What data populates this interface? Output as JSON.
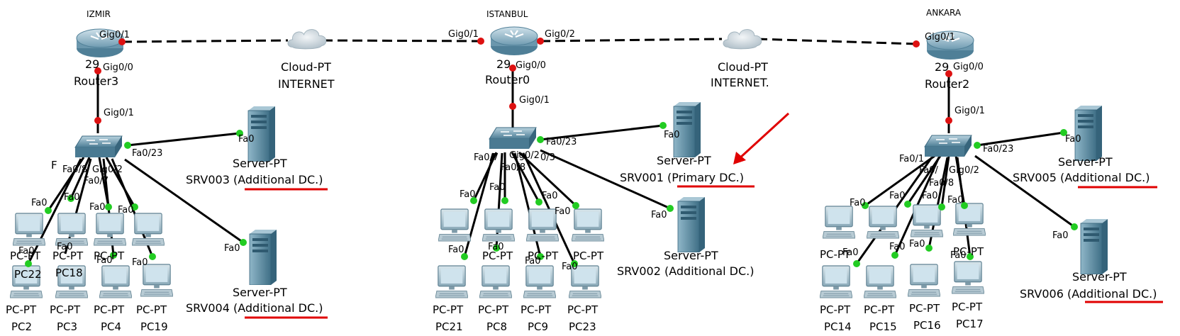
{
  "sites": {
    "izmir": {
      "title": "IZMIR",
      "router": {
        "model": "29",
        "name": "Router3",
        "port_wan": "Gig0/1",
        "port_lan": "Gig0/0"
      },
      "switch": {
        "port_up": "Gig0/1",
        "port_srv_a": "Fa0/23",
        "port_gig2": "Gig0/2",
        "port_a": "Fa0/8",
        "port_b": "Fa0/7",
        "cover": "F"
      },
      "servers": [
        {
          "type": "Server-PT",
          "name": "SRV003",
          "role": "(Additional DC.)",
          "port": "Fa0"
        },
        {
          "type": "Server-PT",
          "name": "SRV004",
          "role": "(Additional DC.)",
          "port": "Fa0"
        }
      ],
      "pcs_top": [
        {
          "type": "PC-PT",
          "name": "PC22",
          "port": "Fa0"
        },
        {
          "type": "PC-PT",
          "name": "PC18",
          "port": "Fa0"
        },
        {
          "type": "PC-PT",
          "name": "",
          "port": "Fa0"
        },
        {
          "type": "PC-PT",
          "name": "",
          "port": "Fa0"
        }
      ],
      "pcs_bottom": [
        {
          "type": "PC-PT",
          "name": "PC2",
          "port": "Fa0"
        },
        {
          "type": "PC-PT",
          "name": "PC3",
          "port": "Fa0"
        },
        {
          "type": "PC-PT",
          "name": "PC4",
          "port": "Fa0"
        },
        {
          "type": "PC-PT",
          "name": "PC19",
          "port": "Fa0"
        }
      ]
    },
    "istanbul": {
      "title": "ISTANBUL",
      "router": {
        "model": "29",
        "name": "Router0",
        "port_left": "Gig0/1",
        "port_right": "Gig0/2",
        "port_lan": "Gig0/0"
      },
      "switch": {
        "port_up": "Gig0/1",
        "port_srv_a": "Fa0/23",
        "port_gig2": "Gig0/2",
        "port_a": "Fa0/7",
        "port_b": "Fa0/8",
        "port_c": "0/3"
      },
      "servers": [
        {
          "type": "Server-PT",
          "name": "SRV001",
          "role": "(Primary DC.)",
          "port": "Fa0"
        },
        {
          "type": "Server-PT",
          "name": "SRV002",
          "role": "(Additional DC.)",
          "port": "Fa0"
        }
      ],
      "pcs_top": [
        {
          "type": "PC-PT",
          "name": "",
          "port": "Fa0"
        },
        {
          "type": "PC-PT",
          "name": "",
          "port": "Fa0"
        },
        {
          "type": "PC-PT",
          "name": "",
          "port": "Fa0"
        },
        {
          "type": "PC-PT",
          "name": "",
          "port": "Fa0"
        }
      ],
      "pcs_bottom": [
        {
          "type": "PC-PT",
          "name": "PC21",
          "port": "Fa0"
        },
        {
          "type": "PC-PT",
          "name": "PC8",
          "port": "Fa0"
        },
        {
          "type": "PC-PT",
          "name": "PC9",
          "port": "Fa0"
        },
        {
          "type": "PC-PT",
          "name": "PC23",
          "port": "Fa0"
        }
      ]
    },
    "ankara": {
      "title": "ANKARA",
      "router": {
        "model": "29",
        "name": "Router2",
        "port_wan": "Gig0/1",
        "port_lan": "Gig0/0"
      },
      "switch": {
        "port_up": "Gig0/1",
        "port_srv_a": "Fa0/23",
        "port_gig2": "Gig0/2",
        "port_a": "Fa0/1",
        "port_b": "Fa0/",
        "port_c": "Fa0/8"
      },
      "servers": [
        {
          "type": "Server-PT",
          "name": "SRV005",
          "role": "(Additional DC.)",
          "port": "Fa0"
        },
        {
          "type": "Server-PT",
          "name": "SRV006",
          "role": "(Additional DC.)",
          "port": "Fa0"
        }
      ],
      "pcs_top": [
        {
          "type": "PC-PT",
          "name": "",
          "port": "Fa0"
        },
        {
          "type": "PC-PT",
          "name": "",
          "port": "Fa0"
        },
        {
          "type": "PC-PT",
          "name": "",
          "port": "Fa0"
        },
        {
          "type": "PC-PT",
          "name": "",
          "port": "Fa0"
        }
      ],
      "pcs_bottom": [
        {
          "type": "PC-PT",
          "name": "PC14",
          "port": "Fa0"
        },
        {
          "type": "PC-PT",
          "name": "PC15",
          "port": "Fa0"
        },
        {
          "type": "PC-PT",
          "name": "PC16",
          "port": "Fa0"
        },
        {
          "type": "PC-PT",
          "name": "PC17",
          "port": "Fa0"
        }
      ]
    }
  },
  "clouds": [
    {
      "type": "Cloud-PT",
      "name": "INTERNET"
    },
    {
      "type": "Cloud-PT",
      "name": "INTERNET."
    }
  ],
  "colors": {
    "link": "#000000",
    "wan_link": "#000000",
    "port_up": "#22cc22",
    "port_down": "#dd1111",
    "annotation": "#e00000",
    "device": "#5a8ea8"
  }
}
